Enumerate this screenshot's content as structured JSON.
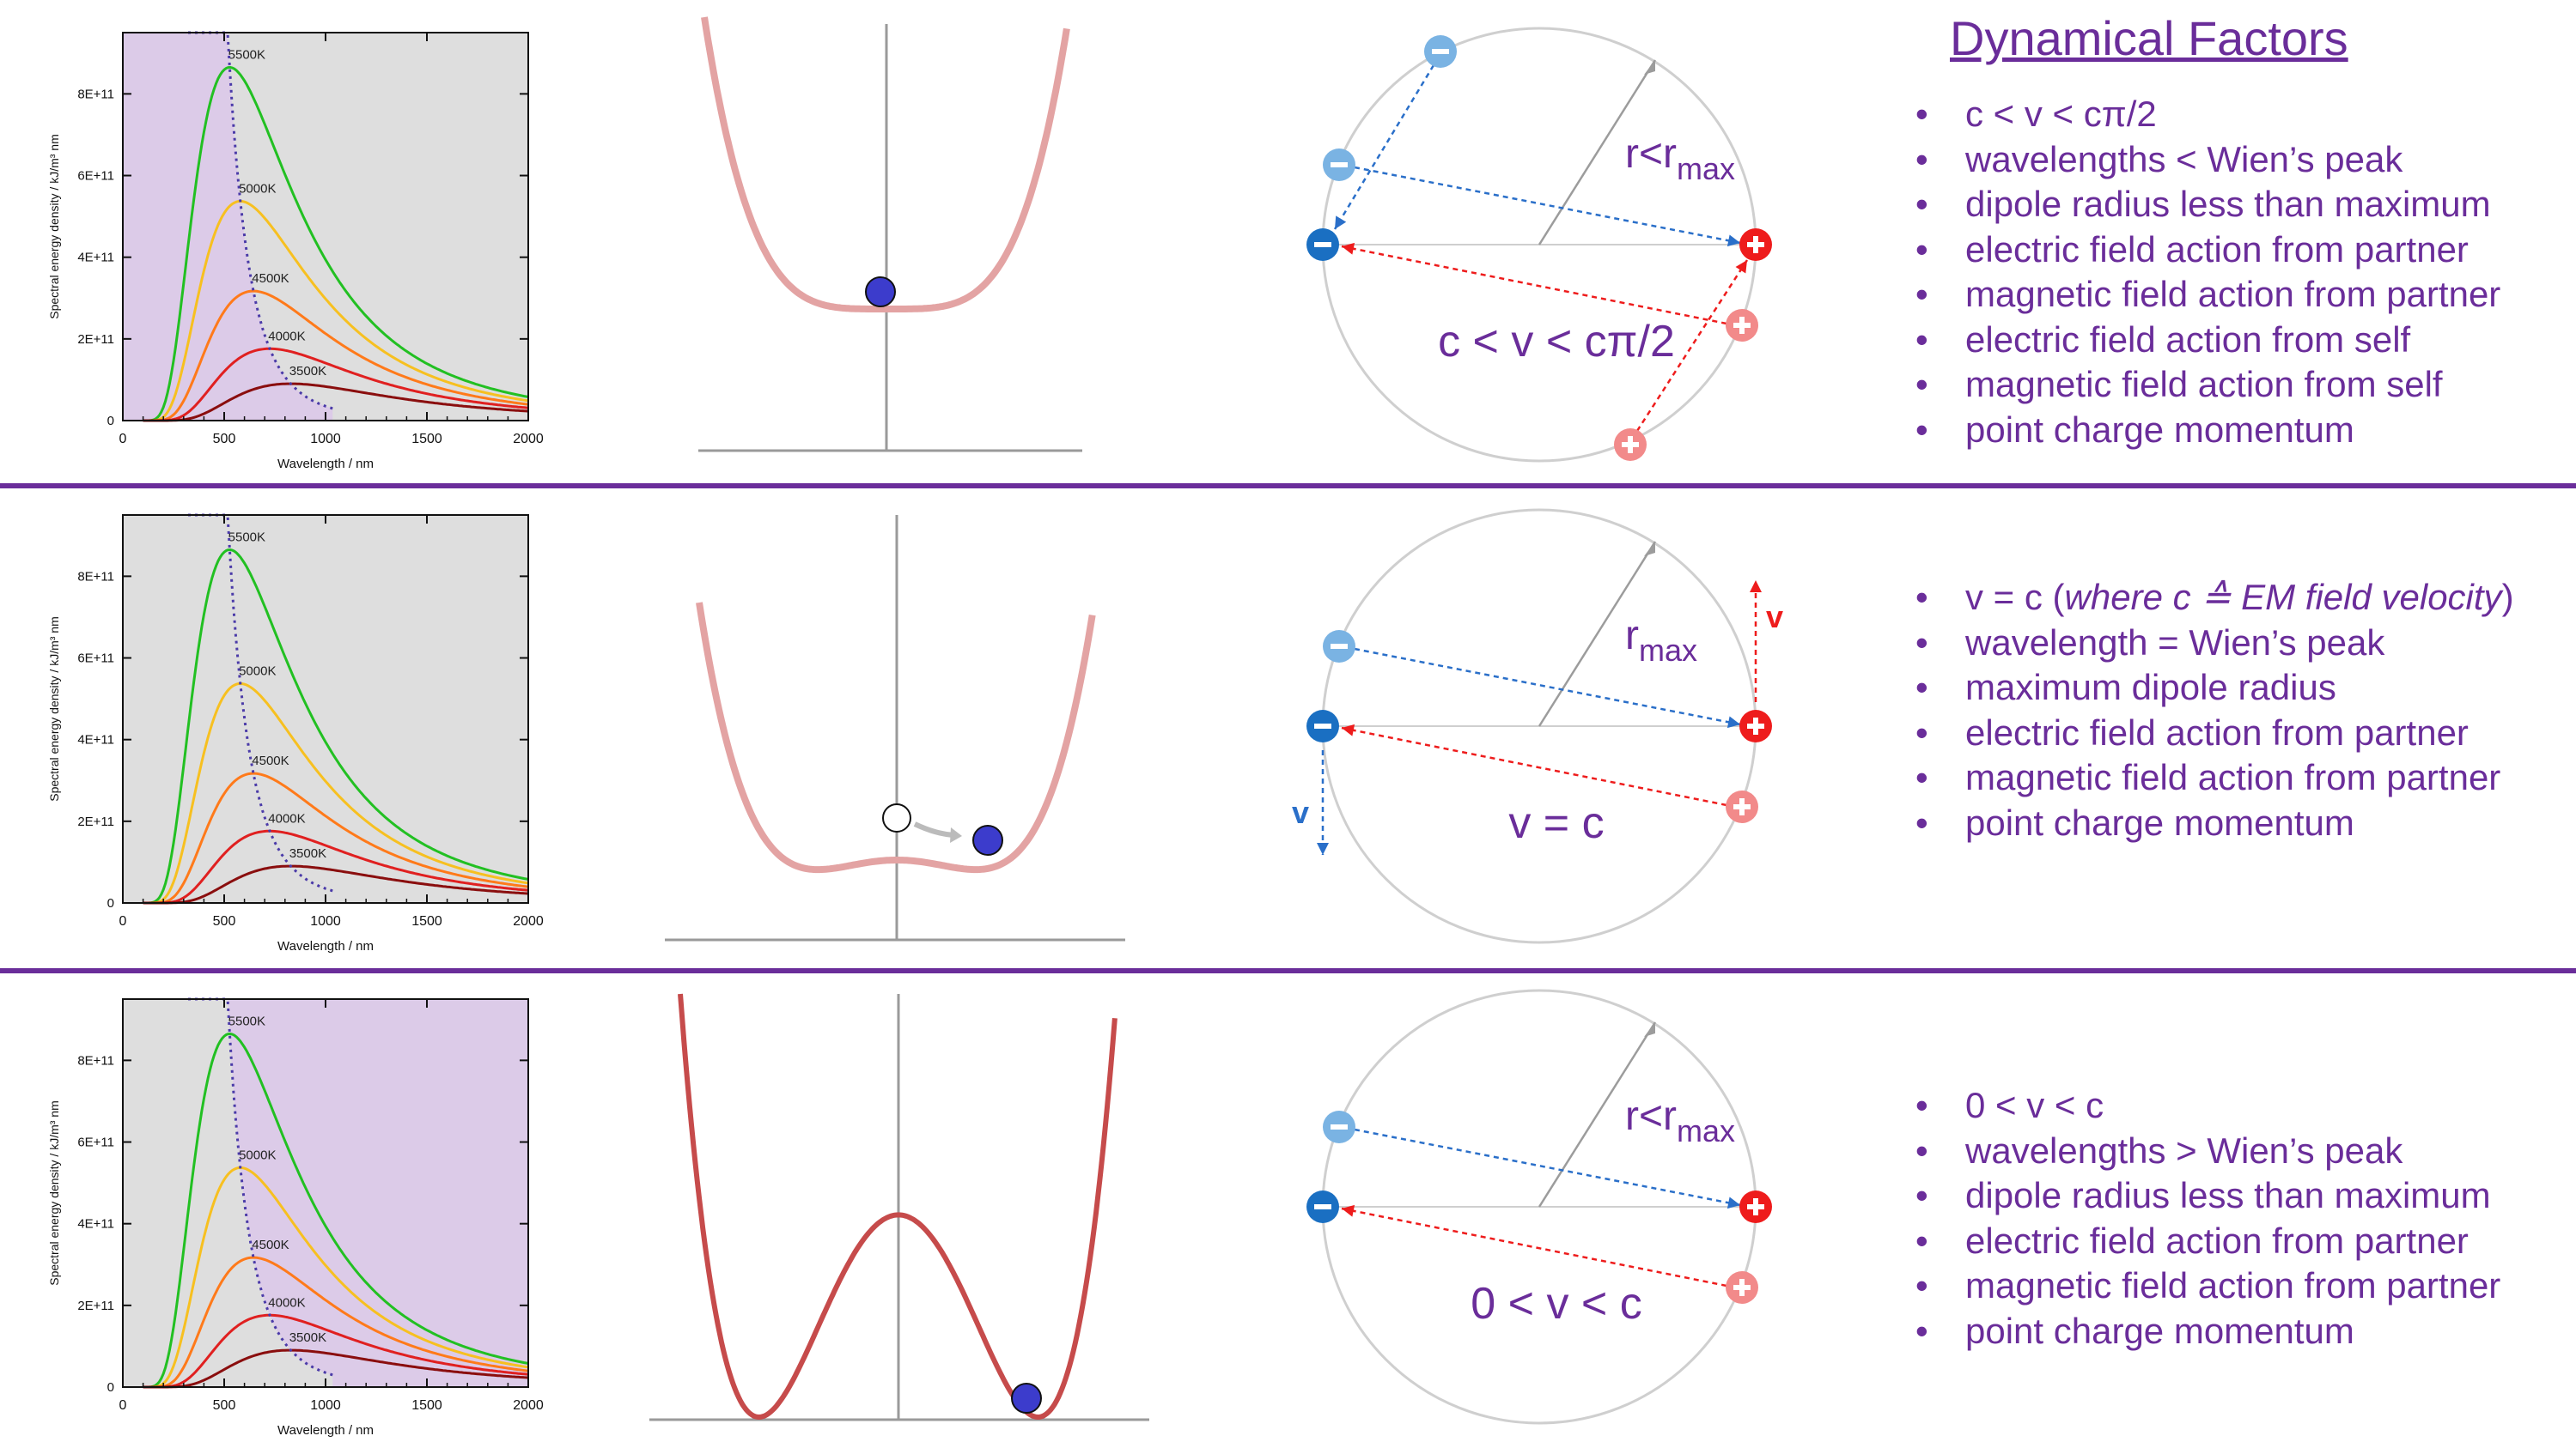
{
  "title": "Dynamical Factors",
  "colors": {
    "purple": "#6a2d9a",
    "violet_region": "#dccbe8",
    "gray_region": "#dedede",
    "blue_charge": "#1a6fc2",
    "light_blue_charge": "#7ab3e3",
    "red_charge": "#ee1c1c",
    "light_red_charge": "#f28a8a",
    "well_light": "#e3a3a3",
    "well_dark": "#c64b4b",
    "ball": "#3c3ccc",
    "curves": {
      "5500K": "#22c022",
      "5000K": "#f7c020",
      "4500K": "#ff7a1a",
      "4000K": "#e02020",
      "3500K": "#8a0e0e"
    }
  },
  "blackbody": {
    "ylabel": "Spectral energy density / kJ/m³ nm",
    "xlabel": "Wavelength / nm",
    "xticks": [
      "0",
      "500",
      "1000",
      "1500",
      "2000"
    ],
    "yticks": [
      "0",
      "2E+11",
      "4E+11",
      "6E+11",
      "8E+11"
    ],
    "curve_labels": [
      "5500K",
      "5000K",
      "4500K",
      "4000K",
      "3500K"
    ],
    "temperatures": [
      5500,
      5000,
      4500,
      4000,
      3500
    ],
    "xlim": [
      0,
      2000
    ],
    "ylim": [
      0,
      950000000000.0
    ]
  },
  "rows": [
    {
      "shade_region": "short",
      "well_type": "single",
      "circle_label": "r<r",
      "circle_sub": "max",
      "circle_formula": "c < v < cπ/2",
      "velocity_marks": false,
      "bullets": [
        {
          "text": "c < v < cπ/2"
        },
        {
          "text": "wavelengths < Wien’s peak"
        },
        {
          "text": "dipole radius less than maximum"
        },
        {
          "text": "electric field action from partner"
        },
        {
          "text": "magnetic field action from partner"
        },
        {
          "text": "electric field action from self"
        },
        {
          "text": "magnetic field action from self"
        },
        {
          "text": "point charge momentum"
        }
      ]
    },
    {
      "shade_region": "none",
      "well_type": "shallow",
      "circle_label": "r",
      "circle_sub": "max",
      "circle_formula": "v = c",
      "velocity_marks": true,
      "velocity_label": "v",
      "bullets": [
        {
          "text": "v = c (",
          "italic": "where c ≙ EM field velocity",
          "after": ")"
        },
        {
          "text": "wavelength = Wien’s peak"
        },
        {
          "text": "maximum dipole radius"
        },
        {
          "text": "electric field action from partner"
        },
        {
          "text": "magnetic field action from partner"
        },
        {
          "text": "point charge momentum"
        }
      ]
    },
    {
      "shade_region": "long",
      "well_type": "deep",
      "circle_label": "r<r",
      "circle_sub": "max",
      "circle_formula": "0 < v < c",
      "velocity_marks": false,
      "bullets": [
        {
          "text": "0 < v < c"
        },
        {
          "text": "wavelengths > Wien’s peak"
        },
        {
          "text": "dipole radius less than maximum"
        },
        {
          "text": "electric field action from partner"
        },
        {
          "text": "magnetic field action from partner"
        },
        {
          "text": "point charge momentum"
        }
      ]
    }
  ]
}
